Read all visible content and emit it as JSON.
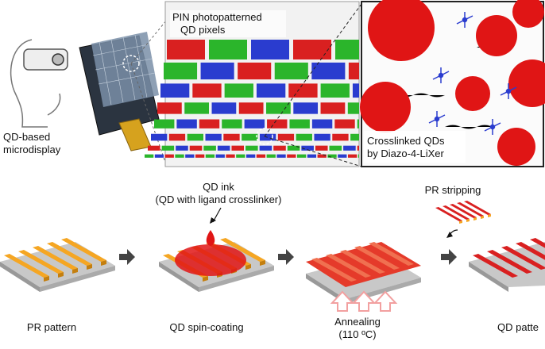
{
  "top": {
    "headset_label": [
      "QD-based",
      "microdisplay"
    ],
    "pixels_label": [
      "PIN photopatterned",
      "QD pixels"
    ],
    "crosslink_label": [
      "Crosslinked QDs",
      "by Diazo-4-LiXer"
    ]
  },
  "process": {
    "ink_label": [
      "QD ink",
      "(QD with ligand crosslinker)"
    ],
    "stripping_label": "PR stripping",
    "steps": [
      {
        "label": "PR pattern"
      },
      {
        "label": "QD spin-coating"
      },
      {
        "label": "Annealing",
        "sublabel": "(110 ºC)"
      },
      {
        "label": "QD patte"
      }
    ]
  },
  "colors": {
    "red": "#d92020",
    "green": "#2bb52b",
    "blue": "#2a3ccf",
    "pr_orange": "#f5a623",
    "substrate": "#c8c8c8",
    "arrow": "#444444"
  }
}
